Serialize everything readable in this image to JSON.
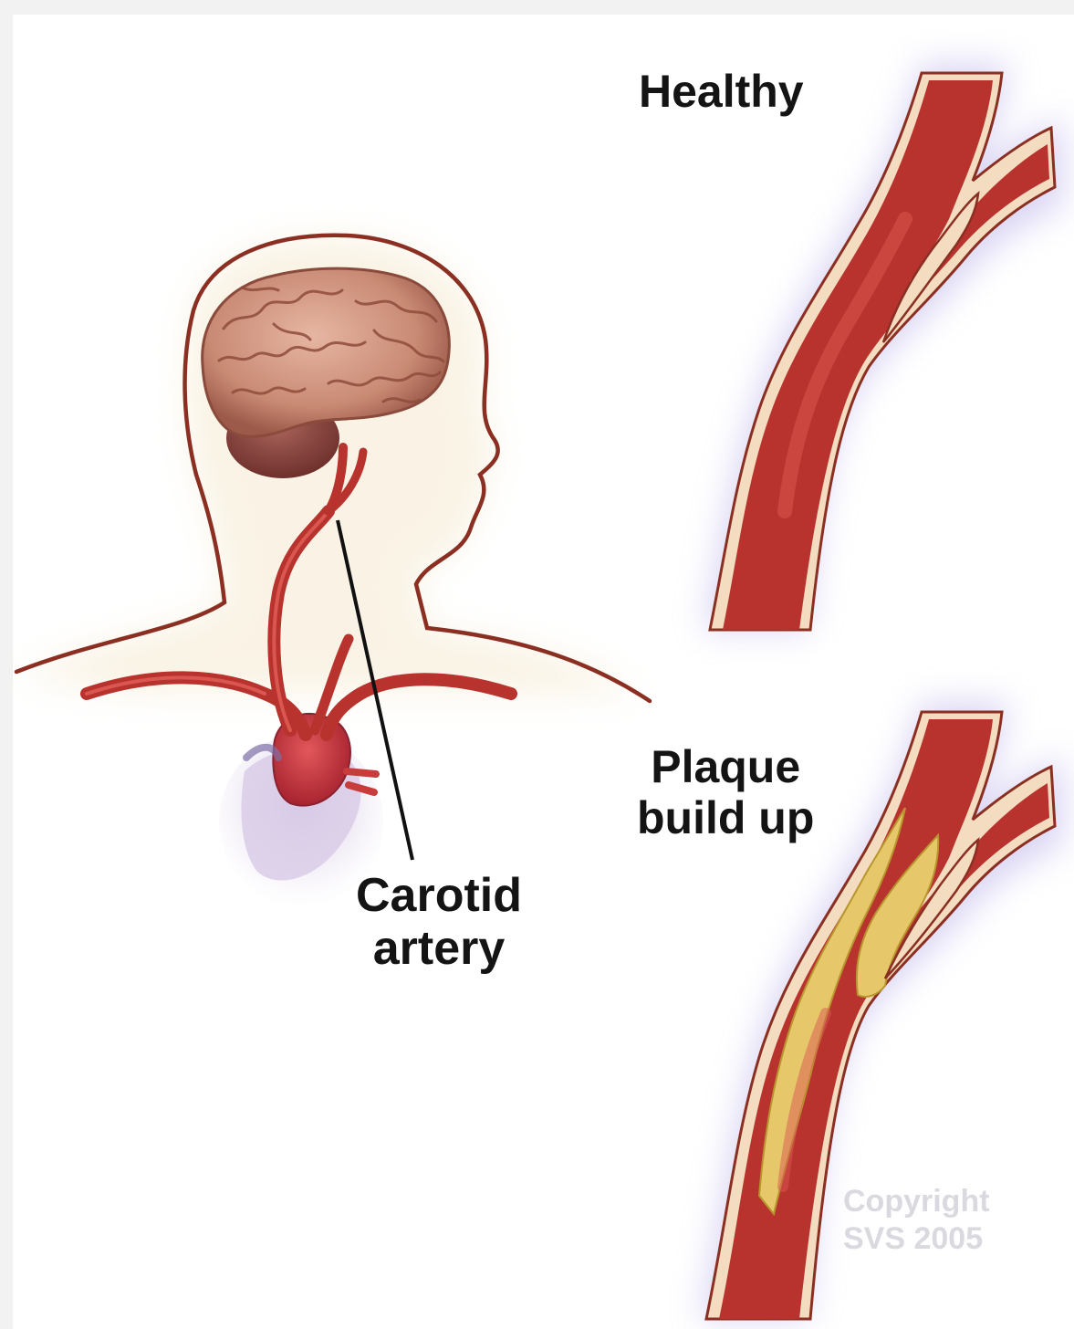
{
  "labels": {
    "healthy": "Healthy",
    "plaque_line1": "Plaque",
    "plaque_line2": "build up",
    "carotid_line1": "Carotid",
    "carotid_line2": "artery",
    "copyright_line1": "Copyright",
    "copyright_line2": "SVS 2005"
  },
  "colors": {
    "artery": "#b8322e",
    "artery_highlight": "#d9574f",
    "vessel_wall": "#f3dcc0",
    "plaque": "#e6c86a",
    "brain": "#d59a84",
    "cerebellum": "#8e4a45",
    "outline": "#8a2f22",
    "halo": "#c9c2ee"
  }
}
